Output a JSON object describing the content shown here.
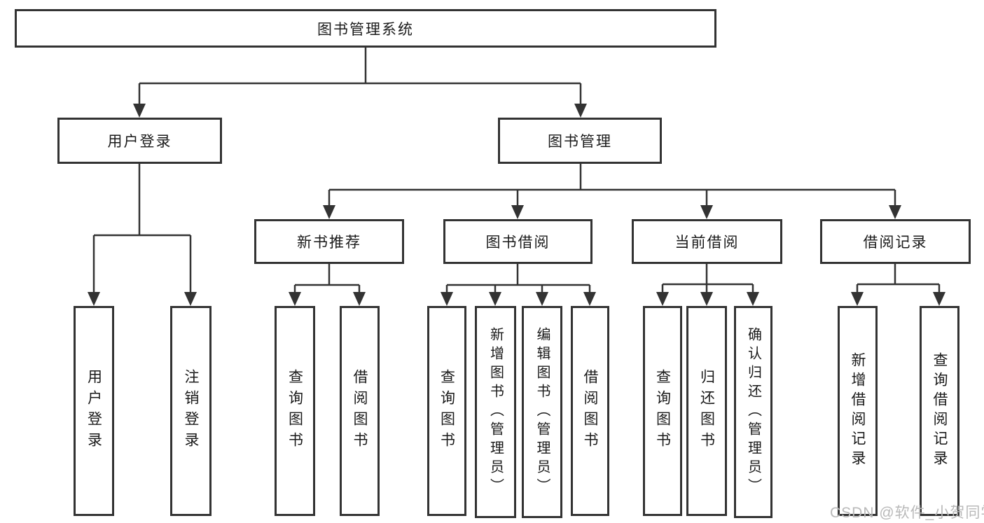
{
  "colors": {
    "line": "#333333",
    "box_border": "#333333",
    "text": "#1a1a1a",
    "watermark": "#b9b9b9",
    "background": "#ffffff"
  },
  "diagram": {
    "root": {
      "label": "图书管理系统"
    },
    "user": {
      "label": "用户登录",
      "children": [
        {
          "label": "用户登录"
        },
        {
          "label": "注销登录"
        }
      ]
    },
    "management": {
      "label": "图书管理",
      "groups": [
        {
          "label": "新书推荐",
          "children": [
            {
              "label": "查询图书"
            },
            {
              "label": "借阅图书"
            }
          ]
        },
        {
          "label": "图书借阅",
          "children": [
            {
              "label": "查询图书"
            },
            {
              "label": "新增图书（管理员）"
            },
            {
              "label": "编辑图书（管理员）"
            },
            {
              "label": "借阅图书"
            }
          ]
        },
        {
          "label": "当前借阅",
          "children": [
            {
              "label": "查询图书"
            },
            {
              "label": "归还图书"
            },
            {
              "label": "确认归还（管理员）"
            }
          ]
        },
        {
          "label": "借阅记录",
          "children": [
            {
              "label": "新增借阅记录"
            },
            {
              "label": "查询借阅记录"
            }
          ]
        }
      ]
    },
    "watermark": "CSDN @软件_小贺同学"
  }
}
